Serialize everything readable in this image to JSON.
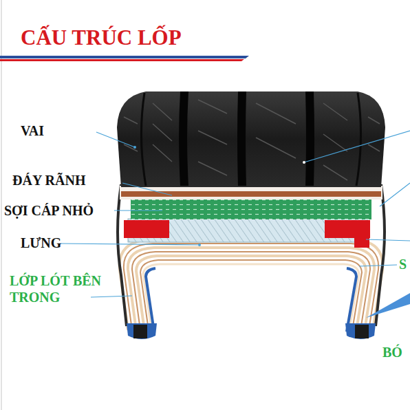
{
  "diagram": {
    "title": "CẤU TRÚC LỐP",
    "labels": [
      "VAI",
      "ĐÁY RÃNH",
      "SỢI CÁP NHỎ",
      "LƯNG",
      "LỚP LÓT BÊN TRONG",
      "S",
      "BÓ"
    ]
  }
}
